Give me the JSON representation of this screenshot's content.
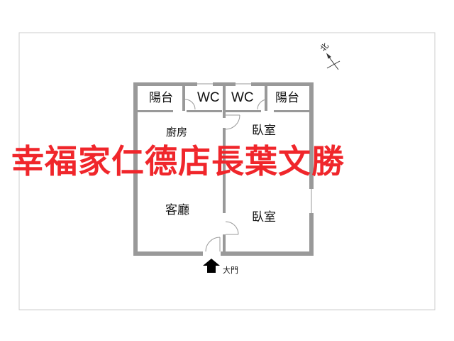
{
  "rooms": {
    "balcony_left": "陽台",
    "wc_left": "WC",
    "wc_right": "WC",
    "balcony_right": "陽台",
    "kitchen": "廚房",
    "bedroom_top": "臥室",
    "living_room": "客廳",
    "bedroom_bottom": "臥室"
  },
  "entrance_label": "大門",
  "north_label": "北",
  "watermark": "幸福家仁德店長葉文勝",
  "colors": {
    "wall": "#999999",
    "watermark": "#f0262b"
  }
}
